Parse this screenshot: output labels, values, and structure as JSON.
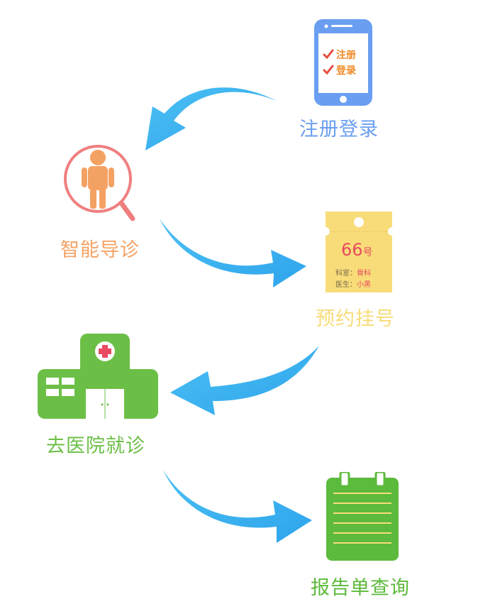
{
  "steps": [
    {
      "label": "注册登录",
      "color": "#6a9ef1",
      "icon": "phone-checklist-icon"
    },
    {
      "label": "智能导诊",
      "color": "#f4a264",
      "icon": "person-magnifier-icon"
    },
    {
      "label": "预约挂号",
      "color": "#f8dc79",
      "icon": "ticket-icon"
    },
    {
      "label": "去医院就诊",
      "color": "#6cbf46",
      "icon": "hospital-icon"
    },
    {
      "label": "报告单查询",
      "color": "#5cba3c",
      "icon": "report-clipboard-icon"
    }
  ],
  "phone": {
    "line1": "注册",
    "line2": "登录"
  },
  "ticket": {
    "number": "66",
    "number_suffix": "号",
    "dept_label": "科室：",
    "dept_value": "骨科",
    "doctor_label": "医生：",
    "doctor_value": "小黑"
  },
  "colors": {
    "arrow": "#3fb0ef",
    "check": "#e74c3c",
    "cross": "#e84a5f"
  }
}
